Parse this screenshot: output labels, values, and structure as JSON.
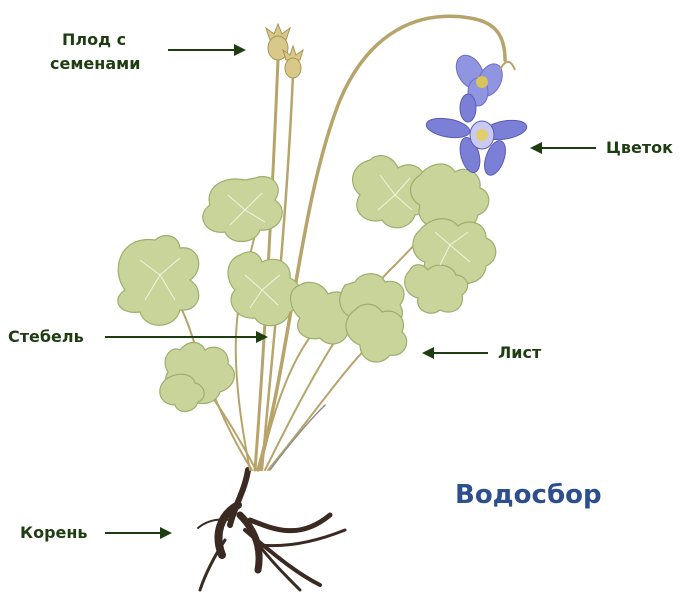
{
  "labels": {
    "fruit_line1": "Плод с",
    "fruit_line2": "семенами",
    "flower": "Цветок",
    "stem": "Стебель",
    "leaf": "Лист",
    "root": "Корень"
  },
  "title": "Водосбор",
  "colors": {
    "label_text": "#1f3d12",
    "arrow": "#1f3d12",
    "title": "#2d4f8e",
    "leaf_fill": "#c8d49a",
    "leaf_stroke": "#9eae6b",
    "stem": "#b7a46a",
    "flower": "#7b7fd6",
    "root": "#3a2a22"
  }
}
